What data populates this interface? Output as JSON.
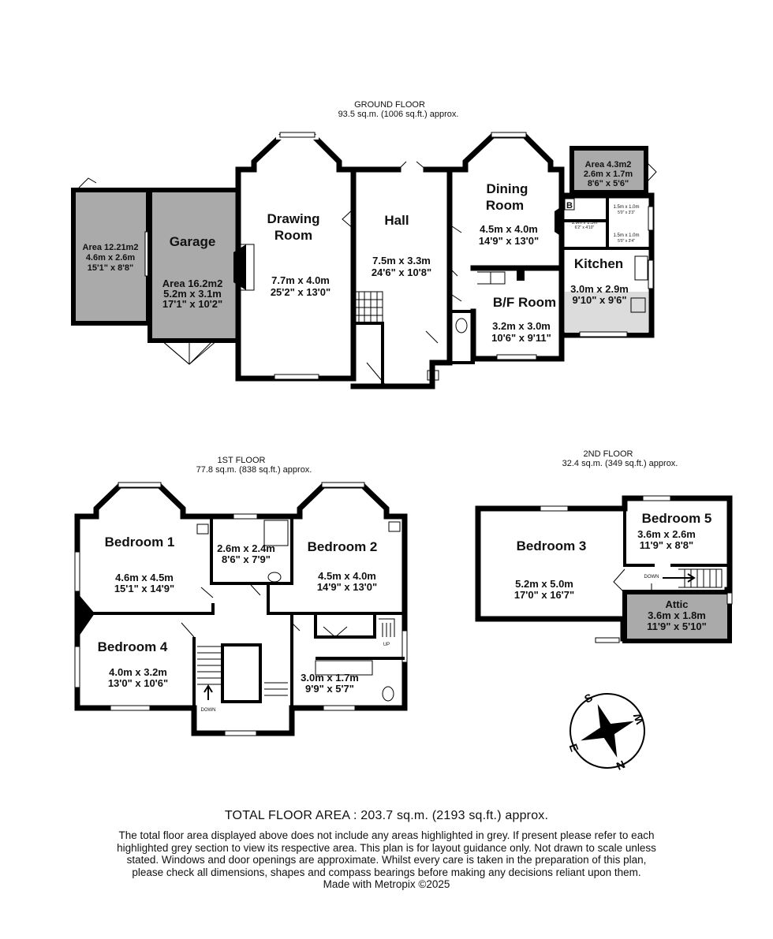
{
  "floors": {
    "ground": {
      "title": "GROUND FLOOR",
      "area": "93.5 sq.m. (1006 sq.ft.) approx.",
      "rooms": {
        "store": {
          "area": "Area 12.21m2",
          "dim_m": "4.6m  x 2.6m",
          "dim_ft": "15'1\"  x 8'8\""
        },
        "garage": {
          "name": "Garage",
          "area": "Area 16.2m2",
          "dim_m": "5.2m  x 3.1m",
          "dim_ft": "17'1\"  x 10'2\""
        },
        "drawing": {
          "name1": "Drawing",
          "name2": "Room",
          "dim_m": "7.7m  x 4.0m",
          "dim_ft": "25'2\"  x 13'0\""
        },
        "hall": {
          "name": "Hall",
          "dim_m": "7.5m  x 3.3m",
          "dim_ft": "24'6\"  x 10'8\""
        },
        "dining": {
          "name1": "Dining",
          "name2": "Room",
          "dim_m": "4.5m  x 4.0m",
          "dim_ft": "14'9\"  x 13'0\""
        },
        "conservatory": {
          "area": "Area 4.3m2",
          "dim_m": "2.6m  x 1.7m",
          "dim_ft": "8'6\"  x 5'6\""
        },
        "boiler": {
          "label": "B",
          "dim_m": "1.9m  x 1.5m",
          "dim_ft": "6'2\"  x 4'10\""
        },
        "store_a": {
          "dim_m": "1.5m  x 1.0m",
          "dim_ft": "5'0\"  x 3'3\""
        },
        "store_b": {
          "dim_m": "1.5m  x 1.0m",
          "dim_ft": "5'0\"  x 3'4\""
        },
        "kitchen": {
          "name": "Kitchen",
          "dim_m": "3.0m  x 2.9m",
          "dim_ft": "9'10\"  x 9'6\""
        },
        "bf_room": {
          "name": "B/F Room",
          "dim_m": "3.2m  x 3.0m",
          "dim_ft": "10'6\"  x 9'11\""
        }
      }
    },
    "first": {
      "title": "1ST FLOOR",
      "area": "77.8 sq.m. (838 sq.ft.) approx.",
      "rooms": {
        "bed1": {
          "name": "Bedroom 1",
          "dim_m": "4.6m  x 4.5m",
          "dim_ft": "15'1\"  x 14'9\""
        },
        "ensuite": {
          "dim_m": "2.6m  x 2.4m",
          "dim_ft": "8'6\"  x 7'9\""
        },
        "bed2": {
          "name": "Bedroom 2",
          "dim_m": "4.5m  x 4.0m",
          "dim_ft": "14'9\"  x 13'0\""
        },
        "bed4": {
          "name": "Bedroom 4",
          "dim_m": "4.0m  x 3.2m",
          "dim_ft": "13'0\"  x 10'6\""
        },
        "bathroom": {
          "dim_m": "3.0m  x 1.7m",
          "dim_ft": "9'9\"  x 5'7\""
        }
      },
      "down_label": "DOWN",
      "up_label": "UP"
    },
    "second": {
      "title": "2ND FLOOR",
      "area": "32.4 sq.m. (349 sq.ft.) approx.",
      "rooms": {
        "bed3": {
          "name": "Bedroom 3",
          "dim_m": "5.2m  x 5.0m",
          "dim_ft": "17'0\"  x 16'7\""
        },
        "bed5": {
          "name": "Bedroom 5",
          "dim_m": "3.6m  x 2.6m",
          "dim_ft": "11'9\"  x 8'8\""
        },
        "attic": {
          "name": "Attic",
          "dim_m": "3.6m  x 1.8m",
          "dim_ft": "11'9\"  x 5'10\""
        }
      },
      "down_label": "DOWN"
    }
  },
  "compass": {
    "s": "S",
    "w": "W",
    "n": "N",
    "e": "E"
  },
  "footer": {
    "total": "TOTAL FLOOR AREA : 203.7 sq.m. (2193 sq.ft.) approx.",
    "disclaimer": "The total floor area displayed above does not include any areas highlighted in grey. If present please refer to each highlighted grey section to view its respective area. This plan is for layout guidance only. Not drawn to scale unless stated. Windows and door openings are approximate. Whilst every care is taken in the preparation of this plan, please check all dimensions, shapes and compass bearings before making any decisions reliant upon them.",
    "credit": "Made with Metropix ©2025"
  },
  "colors": {
    "wall": "#000000",
    "grey_area": "#aaaaaa",
    "light_grey": "#dcdcdc",
    "background": "#ffffff"
  }
}
